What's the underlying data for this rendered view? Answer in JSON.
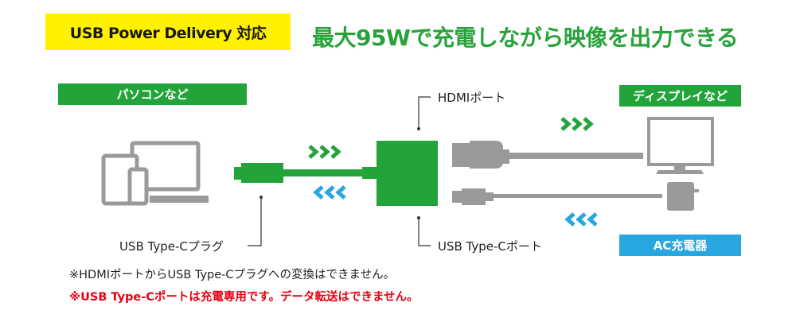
{
  "header": {
    "badge": "USB Power Delivery 対応",
    "headline": "最大95Wで充電しながら映像を出力できる"
  },
  "labels": {
    "pc": "パソコンなど",
    "display": "ディスプレイなど",
    "charger": "AC充電器",
    "hdmi_port": "HDMIポート",
    "usbc_port": "USB Type-Cポート",
    "usbc_plug": "USB Type-Cプラグ"
  },
  "notes": {
    "note1": "※HDMIポートからUSB Type-Cプラグへの変換はできません。",
    "note2": "※USB Type-Cポートは充電専用です。データ転送はできません。"
  },
  "colors": {
    "green": "#23a43a",
    "blue": "#27a6df",
    "yellow": "#fff100",
    "gray": "#9a9a9a",
    "red": "#e60012"
  }
}
